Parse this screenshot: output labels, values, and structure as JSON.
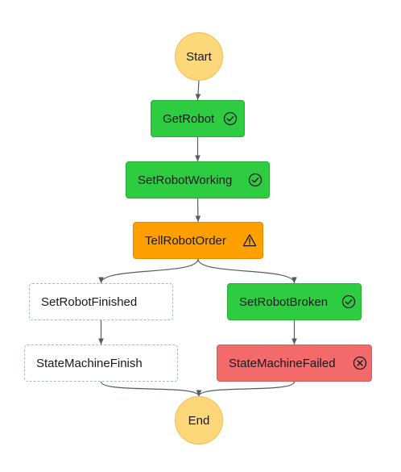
{
  "diagram": {
    "nodes": [
      {
        "id": "start",
        "label": "Start",
        "kind": "terminal",
        "status": "",
        "icon": ""
      },
      {
        "id": "get-robot",
        "label": "GetRobot",
        "kind": "task",
        "status": "succeeded",
        "icon": "check-circle-icon"
      },
      {
        "id": "set-robot-working",
        "label": "SetRobotWorking",
        "kind": "task",
        "status": "succeeded",
        "icon": "check-circle-icon"
      },
      {
        "id": "tell-robot-order",
        "label": "TellRobotOrder",
        "kind": "task",
        "status": "caught-error",
        "icon": "warning-icon"
      },
      {
        "id": "set-robot-finished",
        "label": "SetRobotFinished",
        "kind": "task",
        "status": "not-run",
        "icon": ""
      },
      {
        "id": "state-machine-finish",
        "label": "StateMachineFinish",
        "kind": "task",
        "status": "not-run",
        "icon": ""
      },
      {
        "id": "set-robot-broken",
        "label": "SetRobotBroken",
        "kind": "task",
        "status": "succeeded",
        "icon": "check-circle-icon"
      },
      {
        "id": "state-machine-failed",
        "label": "StateMachineFailed",
        "kind": "task",
        "status": "failed",
        "icon": "x-circle-icon"
      },
      {
        "id": "end",
        "label": "End",
        "kind": "terminal",
        "status": "",
        "icon": ""
      }
    ],
    "edges": [
      {
        "from": "start",
        "to": "get-robot"
      },
      {
        "from": "get-robot",
        "to": "set-robot-working"
      },
      {
        "from": "set-robot-working",
        "to": "tell-robot-order"
      },
      {
        "from": "tell-robot-order",
        "to": "set-robot-finished"
      },
      {
        "from": "tell-robot-order",
        "to": "set-robot-broken"
      },
      {
        "from": "set-robot-finished",
        "to": "state-machine-finish"
      },
      {
        "from": "set-robot-broken",
        "to": "state-machine-failed"
      },
      {
        "from": "state-machine-finish",
        "to": "end"
      },
      {
        "from": "state-machine-failed",
        "to": "end"
      }
    ],
    "colors": {
      "terminal": "#fdd87b",
      "succeeded": "#2ecc40",
      "caught-error": "#ff9f00",
      "failed": "#f26a6a",
      "not-run": "#ffffff",
      "edge": "#545b64"
    }
  }
}
